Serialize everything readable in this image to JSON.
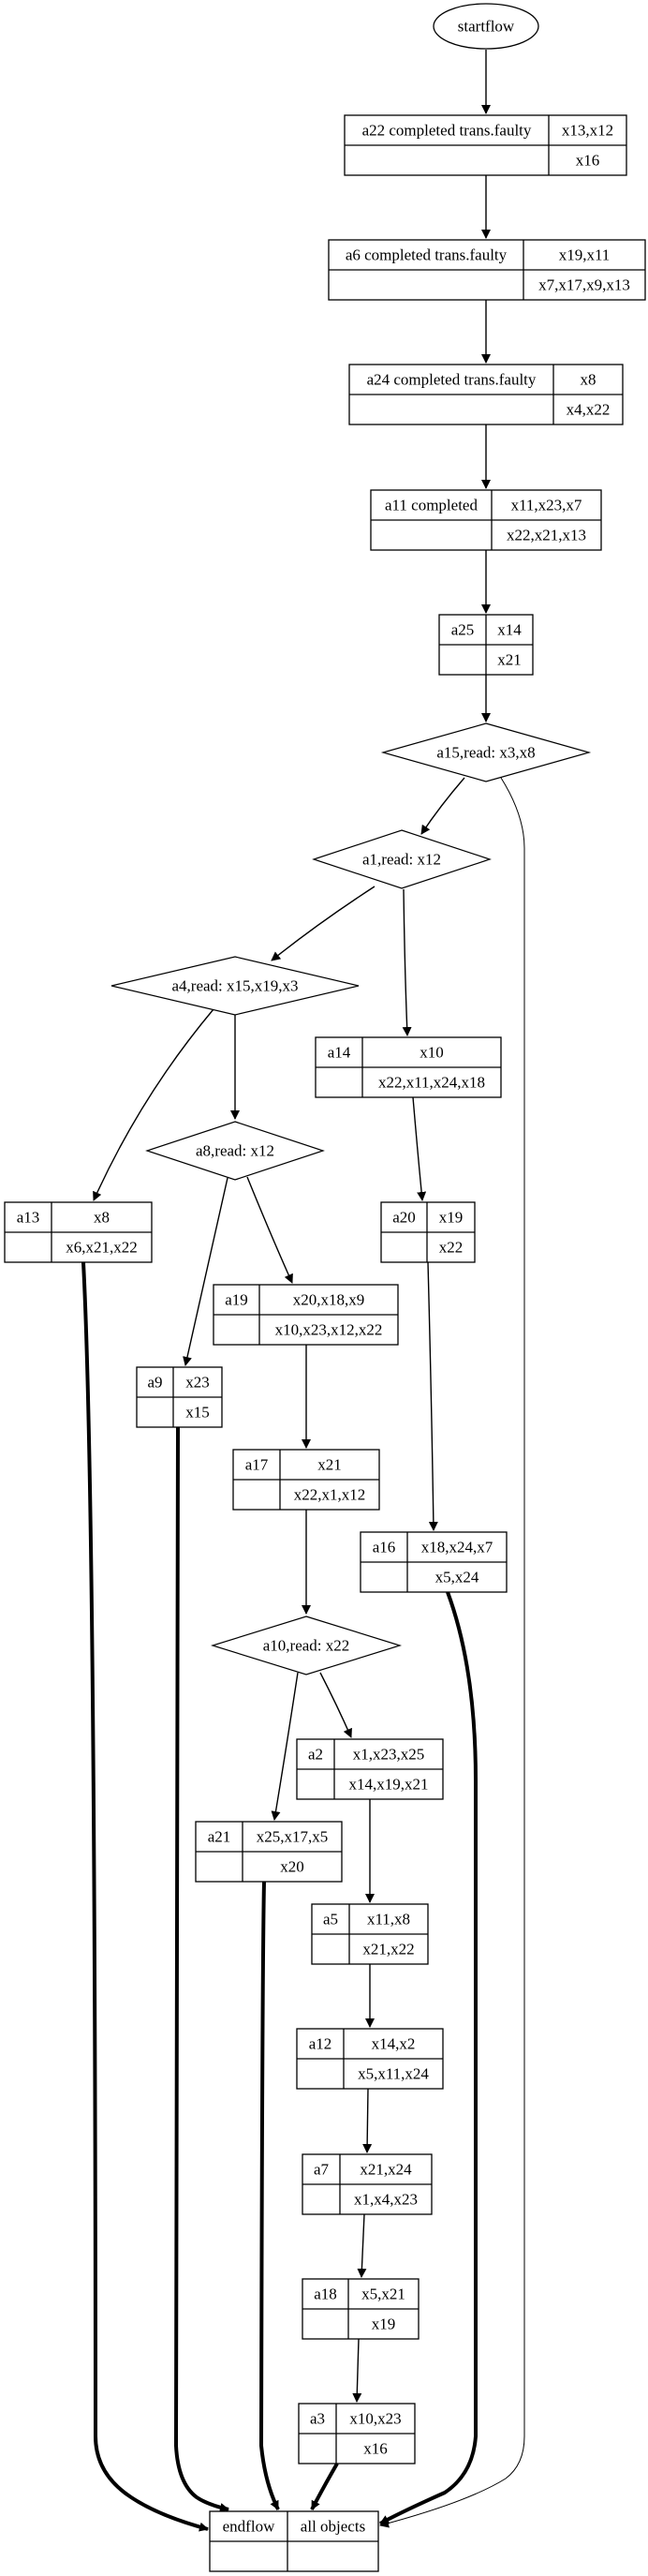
{
  "diagram": {
    "type": "flow-graph",
    "start": {
      "id": "startflow",
      "label": "startflow"
    },
    "end": {
      "id": "endflow",
      "label": "endflow",
      "right_label": "all objects"
    },
    "nodes": [
      {
        "id": "a22",
        "kind": "record",
        "label": "a22  completed trans.faulty",
        "top_vars": "x13,x12",
        "bottom_vars": "x16"
      },
      {
        "id": "a6",
        "kind": "record",
        "label": "a6  completed trans.faulty",
        "top_vars": "x19,x11",
        "bottom_vars": "x7,x17,x9,x13"
      },
      {
        "id": "a24",
        "kind": "record",
        "label": "a24  completed trans.faulty",
        "top_vars": "x8",
        "bottom_vars": "x4,x22"
      },
      {
        "id": "a11",
        "kind": "record",
        "label": "a11  completed",
        "top_vars": "x11,x23,x7",
        "bottom_vars": "x22,x21,x13"
      },
      {
        "id": "a25",
        "kind": "record",
        "label": "a25",
        "top_vars": "x14",
        "bottom_vars": "x21"
      },
      {
        "id": "a15",
        "kind": "decision",
        "label": "a15,read: x3,x8"
      },
      {
        "id": "a1",
        "kind": "decision",
        "label": "a1,read: x12"
      },
      {
        "id": "a4",
        "kind": "decision",
        "label": "a4,read: x15,x19,x3"
      },
      {
        "id": "a14",
        "kind": "record",
        "label": "a14",
        "top_vars": "x10",
        "bottom_vars": "x22,x11,x24,x18"
      },
      {
        "id": "a8",
        "kind": "decision",
        "label": "a8,read: x12"
      },
      {
        "id": "a13",
        "kind": "record",
        "label": "a13",
        "top_vars": "x8",
        "bottom_vars": "x6,x21,x22"
      },
      {
        "id": "a20",
        "kind": "record",
        "label": "a20",
        "top_vars": "x19",
        "bottom_vars": "x22"
      },
      {
        "id": "a19",
        "kind": "record",
        "label": "a19",
        "top_vars": "x20,x18,x9",
        "bottom_vars": "x10,x23,x12,x22"
      },
      {
        "id": "a9",
        "kind": "record",
        "label": "a9",
        "top_vars": "x23",
        "bottom_vars": "x15"
      },
      {
        "id": "a17",
        "kind": "record",
        "label": "a17",
        "top_vars": "x21",
        "bottom_vars": "x22,x1,x12"
      },
      {
        "id": "a16",
        "kind": "record",
        "label": "a16",
        "top_vars": "x18,x24,x7",
        "bottom_vars": "x5,x24"
      },
      {
        "id": "a10",
        "kind": "decision",
        "label": "a10,read: x22"
      },
      {
        "id": "a2",
        "kind": "record",
        "label": "a2",
        "top_vars": "x1,x23,x25",
        "bottom_vars": "x14,x19,x21"
      },
      {
        "id": "a21",
        "kind": "record",
        "label": "a21",
        "top_vars": "x25,x17,x5",
        "bottom_vars": "x20"
      },
      {
        "id": "a5",
        "kind": "record",
        "label": "a5",
        "top_vars": "x11,x8",
        "bottom_vars": "x21,x22"
      },
      {
        "id": "a12",
        "kind": "record",
        "label": "a12",
        "top_vars": "x14,x2",
        "bottom_vars": "x5,x11,x24"
      },
      {
        "id": "a7",
        "kind": "record",
        "label": "a7",
        "top_vars": "x21,x24",
        "bottom_vars": "x1,x4,x23"
      },
      {
        "id": "a18",
        "kind": "record",
        "label": "a18",
        "top_vars": "x5,x21",
        "bottom_vars": "x19"
      },
      {
        "id": "a3",
        "kind": "record",
        "label": "a3",
        "top_vars": "x10,x23",
        "bottom_vars": "x16"
      }
    ],
    "edges": [
      {
        "from": "startflow",
        "to": "a22",
        "style": "normal"
      },
      {
        "from": "a22",
        "to": "a6",
        "style": "normal"
      },
      {
        "from": "a6",
        "to": "a24",
        "style": "normal"
      },
      {
        "from": "a24",
        "to": "a11",
        "style": "normal"
      },
      {
        "from": "a11",
        "to": "a25",
        "style": "normal"
      },
      {
        "from": "a25",
        "to": "a15",
        "style": "normal"
      },
      {
        "from": "a15",
        "to": "a1",
        "style": "normal"
      },
      {
        "from": "a15",
        "to": "endflow",
        "style": "thin"
      },
      {
        "from": "a1",
        "to": "a4",
        "style": "normal"
      },
      {
        "from": "a1",
        "to": "a14",
        "style": "normal"
      },
      {
        "from": "a4",
        "to": "a13",
        "style": "normal"
      },
      {
        "from": "a4",
        "to": "a8",
        "style": "normal"
      },
      {
        "from": "a14",
        "to": "a20",
        "style": "normal"
      },
      {
        "from": "a8",
        "to": "a9",
        "style": "normal"
      },
      {
        "from": "a8",
        "to": "a19",
        "style": "normal"
      },
      {
        "from": "a20",
        "to": "a16",
        "style": "normal"
      },
      {
        "from": "a19",
        "to": "a17",
        "style": "normal"
      },
      {
        "from": "a17",
        "to": "a10",
        "style": "normal"
      },
      {
        "from": "a10",
        "to": "a21",
        "style": "normal"
      },
      {
        "from": "a10",
        "to": "a2",
        "style": "normal"
      },
      {
        "from": "a2",
        "to": "a5",
        "style": "normal"
      },
      {
        "from": "a5",
        "to": "a12",
        "style": "normal"
      },
      {
        "from": "a12",
        "to": "a7",
        "style": "normal"
      },
      {
        "from": "a7",
        "to": "a18",
        "style": "normal"
      },
      {
        "from": "a18",
        "to": "a3",
        "style": "normal"
      },
      {
        "from": "a13",
        "to": "endflow",
        "style": "bold"
      },
      {
        "from": "a9",
        "to": "endflow",
        "style": "bold"
      },
      {
        "from": "a21",
        "to": "endflow",
        "style": "bold"
      },
      {
        "from": "a3",
        "to": "endflow",
        "style": "bold"
      },
      {
        "from": "a16",
        "to": "endflow",
        "style": "bold"
      }
    ]
  }
}
